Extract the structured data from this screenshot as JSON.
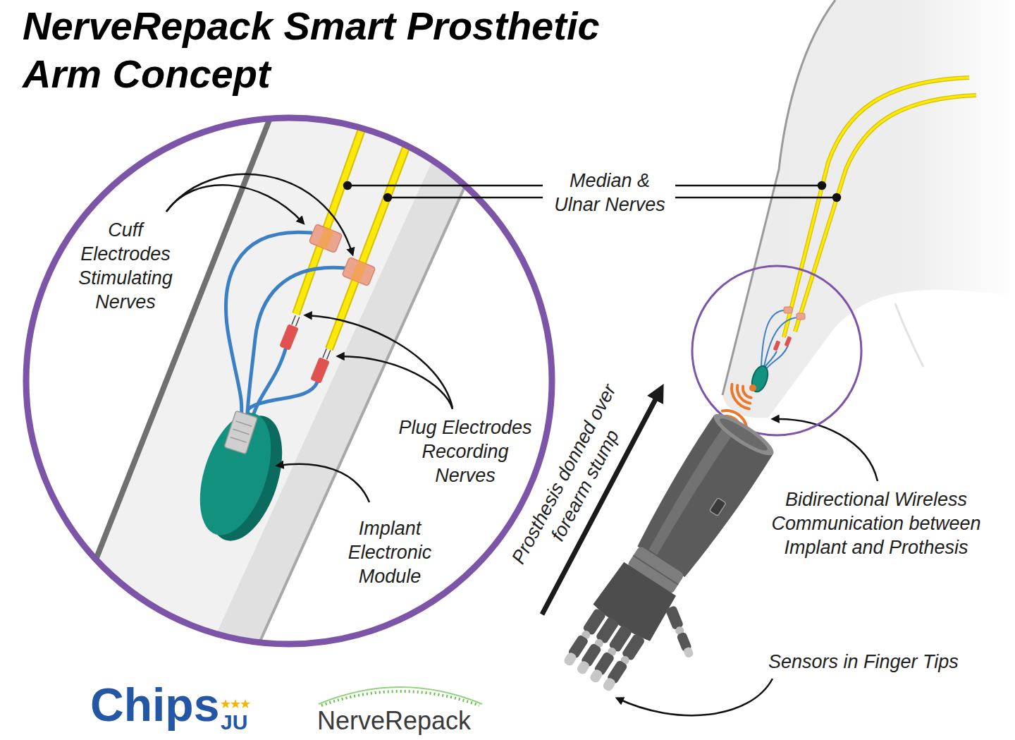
{
  "diagram": {
    "title": "NerveRepack Smart Prosthetic Arm Concept",
    "labels": [
      "Median & Ulnar Nerves",
      "Cuff Electrodes Stimulating Nerves",
      "Plug Electrodes Recording Nerves",
      "Implant Electronic Module",
      "Prosthesis donned over forearm stump",
      "Bidirectional Wireless Communication between Implant and Prothesis",
      "Sensors in Finger Tips",
      "Chips",
      "JU",
      "NerveRepack"
    ]
  }
}
